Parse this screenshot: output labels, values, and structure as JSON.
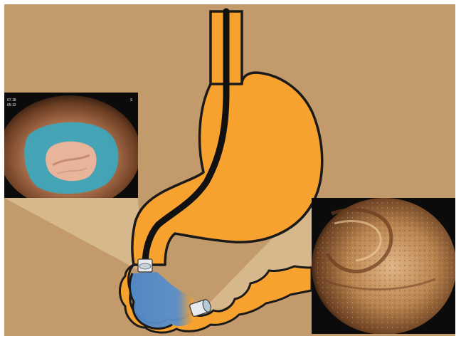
{
  "figure": {
    "panels": [
      {
        "id": "left-inset",
        "overlay_text": [
          "07.18",
          "05:12",
          "S"
        ]
      },
      {
        "id": "right-inset",
        "overlay_text": []
      }
    ]
  },
  "colors": {
    "background": "#c29a6b",
    "organ_fill": "#f7a12e",
    "outline": "#1a1a1a",
    "scope": "#111111",
    "blue_region": "#4d86c7",
    "beam": "#e9cfa8",
    "inset_frame": "#0b0b0b"
  }
}
